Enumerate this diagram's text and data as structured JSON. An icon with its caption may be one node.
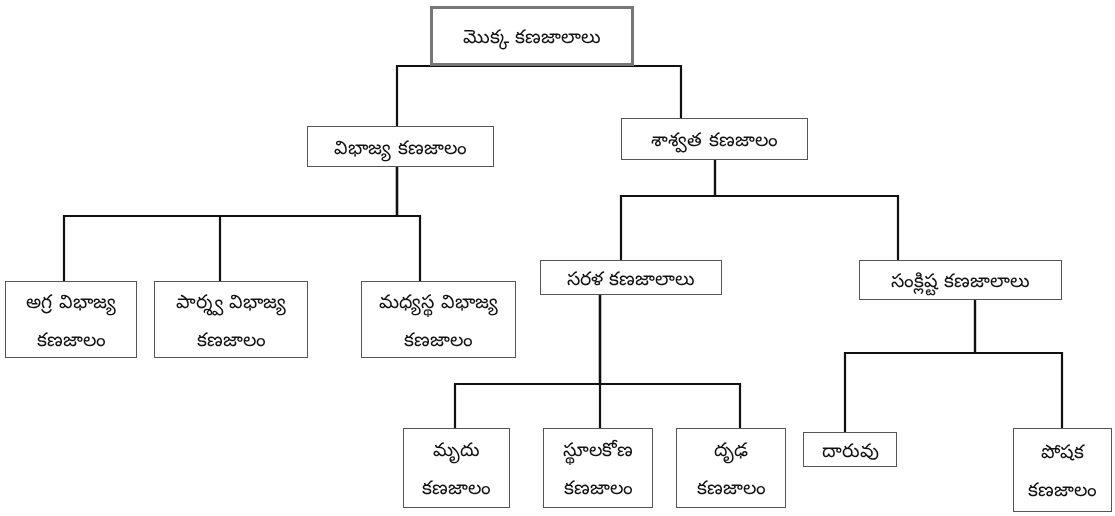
{
  "diagram": {
    "nodes": [
      {
        "text": [
          "మొక్క కణజాలాలు"
        ]
      },
      {
        "text": [
          "విభాజ్య కణజాలం"
        ]
      },
      {
        "text": [
          "శాశ్వత కణజాలం"
        ]
      },
      {
        "text": [
          "అగ్ర విభాజ్య కణజాలం"
        ]
      },
      {
        "text": [
          "పార్శ్వ విభాజ్య కణజాలం"
        ]
      },
      {
        "text": [
          "మధ్యస్థ విభాజ్య కణజాలం"
        ]
      },
      {
        "text": [
          "సరళ కణజాలాలు"
        ]
      },
      {
        "text": [
          "సంక్లిష్ట కణజాలాలు"
        ]
      },
      {
        "text": [
          "మృదు కణజాలం"
        ]
      },
      {
        "text": [
          "స్థూలకోణ కణజాలం"
        ]
      },
      {
        "text": [
          "దృఢ కణజాలం"
        ]
      },
      {
        "text": [
          "దారువు"
        ]
      },
      {
        "text": [
          "పోషక కణజాలం"
        ]
      }
    ],
    "edges": [
      {
        "from": 0,
        "to": 1,
        "arrow": "none"
      },
      {
        "from": 0,
        "to": 2,
        "arrow": "none"
      },
      {
        "from": 1,
        "to": 3,
        "arrow": "none"
      },
      {
        "from": 1,
        "to": 4,
        "arrow": "none"
      },
      {
        "from": 1,
        "to": 5,
        "arrow": "none"
      },
      {
        "from": 2,
        "to": 6,
        "arrow": "none"
      },
      {
        "from": 2,
        "to": 7,
        "arrow": "none"
      },
      {
        "from": 6,
        "to": 8,
        "arrow": "none"
      },
      {
        "from": 6,
        "to": 9,
        "arrow": "none"
      },
      {
        "from": 6,
        "to": 10,
        "arrow": "none"
      },
      {
        "from": 7,
        "to": 11,
        "arrow": "none"
      },
      {
        "from": 7,
        "to": 12,
        "arrow": "none"
      }
    ]
  }
}
